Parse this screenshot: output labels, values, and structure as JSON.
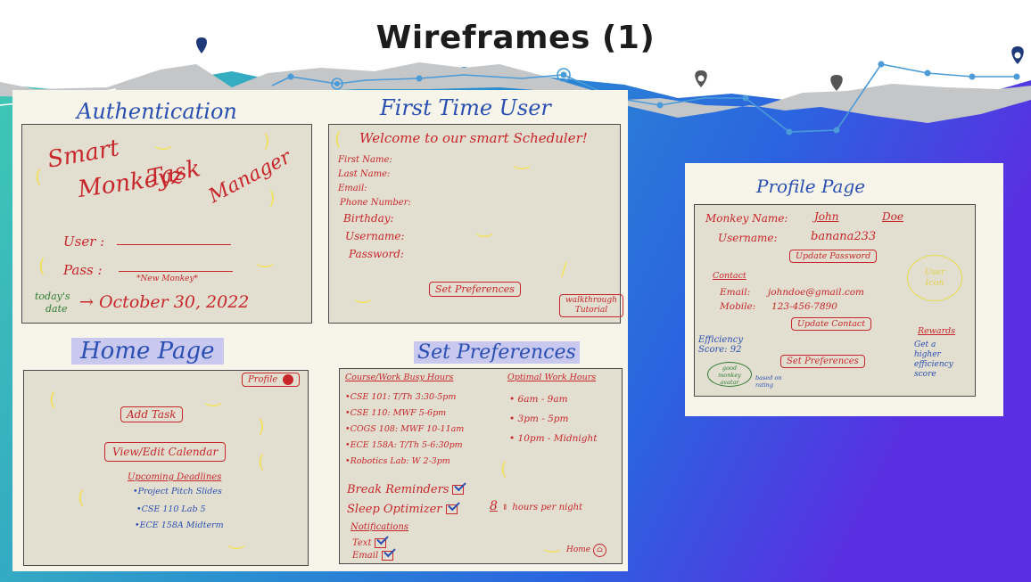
{
  "title": "Wireframes (1)",
  "authentication": {
    "heading": "Authentication",
    "app_name": [
      "Smart",
      "Monkeyz",
      "Task",
      "Manager"
    ],
    "user_label": "User :",
    "pass_label": "Pass :",
    "new_monkey": "*New Monkey*",
    "todays_date_label": [
      "today's",
      "date"
    ],
    "date_value": "→ October 30, 2022"
  },
  "first_time_user": {
    "heading": "First Time User",
    "welcome": "Welcome to our smart Scheduler!",
    "fields": [
      "First Name:",
      "Last Name:",
      "Email:",
      "Phone Number:",
      "Birthday:",
      "Username:",
      "Password:"
    ],
    "set_preferences_button": "Set Preferences",
    "walkthrough_button": [
      "walkthrough",
      "Tutorial"
    ]
  },
  "home_page": {
    "heading": "Home Page",
    "profile_button": "Profile",
    "add_task_button": "Add Task",
    "calendar_button": "View/Edit Calendar",
    "deadlines_heading": "Upcoming Deadlines",
    "deadlines": [
      "•Project Pitch Slides",
      "•CSE 110 Lab 5",
      "•ECE 158A Midterm"
    ]
  },
  "set_preferences": {
    "heading": "Set Preferences",
    "busy_heading": "Course/Work Busy Hours",
    "busy_hours": [
      "•CSE 101: T/Th 3:30-5pm",
      "•CSE 110: MWF 5-6pm",
      "•COGS 108: MWF 10-11am",
      "•ECE 158A: T/Th 5-6:30pm",
      "•Robotics Lab: W 2-3pm"
    ],
    "optimal_heading": "Optimal Work Hours",
    "optimal_hours": [
      "• 6am - 9am",
      "• 3pm - 5pm",
      "• 10pm - Midnight"
    ],
    "break_reminders": "Break Reminders",
    "sleep_optimizer": "Sleep Optimizer",
    "sleep_hours": "8",
    "sleep_hours_suffix": "hours per night",
    "notifications_heading": "Notifications",
    "notifications": [
      "Text",
      "Email"
    ],
    "home_button": "Home"
  },
  "profile_page": {
    "heading": "Profile Page",
    "monkey_name_label": "Monkey Name:",
    "first_name": "John",
    "last_name": "Doe",
    "username_label": "Username:",
    "username": "banana233",
    "update_password_button": "Update Password",
    "contact_heading": "Contact",
    "email_label": "Email:",
    "email": "johndoe@gmail.com",
    "mobile_label": "Mobile:",
    "mobile": "123-456-7890",
    "update_contact_button": "Update Contact",
    "efficiency_label": "Efficiency Score: 92",
    "avatar_text": [
      "good",
      "monkey",
      "avatar"
    ],
    "based_on_rating": [
      "based on",
      "rating"
    ],
    "set_preferences_button": "Set Preferences",
    "user_icon": [
      "User",
      "Icon"
    ],
    "rewards_heading": "Rewards",
    "rewards_text": [
      "Get a",
      "higher",
      "efficiency",
      "score"
    ]
  },
  "colors": {
    "marker_red": "#c8262a",
    "marker_blue": "#2a4fb3",
    "paper": "#f7f5e9",
    "panel": "#e2ded0"
  }
}
